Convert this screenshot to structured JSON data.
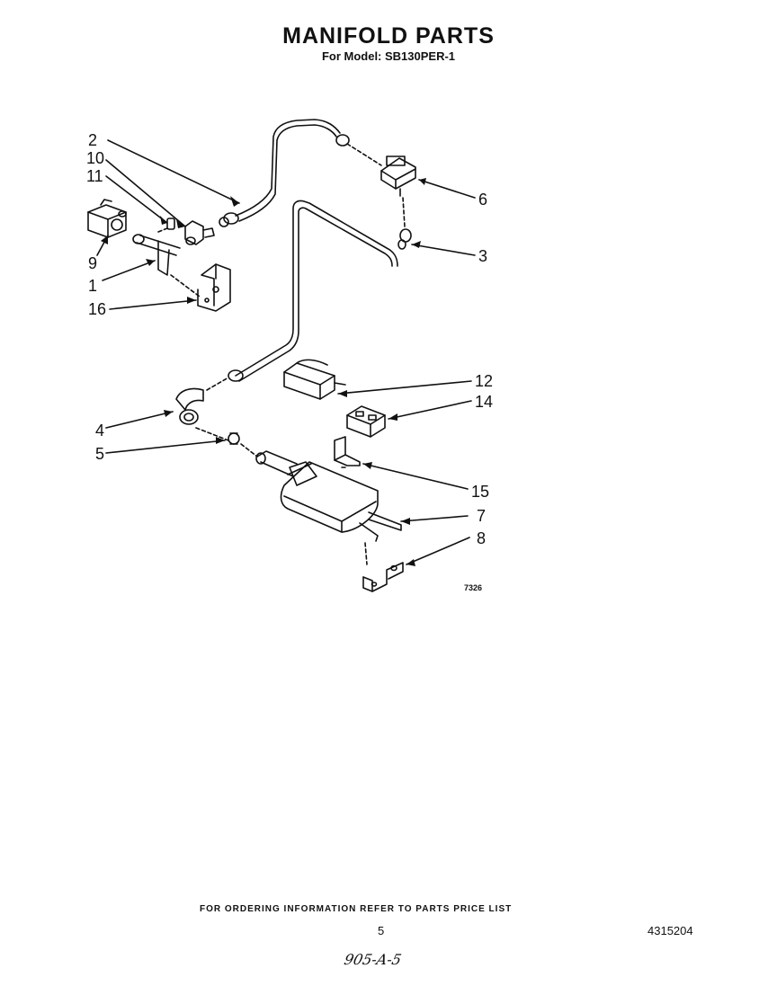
{
  "header": {
    "title": "MANIFOLD PARTS",
    "subtitle": "For Model: SB130PER-1"
  },
  "diagram": {
    "figure_number": "7326",
    "callouts": [
      "2",
      "10",
      "11",
      "9",
      "1",
      "16",
      "6",
      "3",
      "12",
      "14",
      "4",
      "5",
      "15",
      "7",
      "8"
    ]
  },
  "footer": {
    "ordering_note": "FOR ORDERING INFORMATION REFER TO PARTS PRICE LIST",
    "page_number": "5",
    "document_number": "4315204",
    "handwritten_note": "905-A-5"
  }
}
